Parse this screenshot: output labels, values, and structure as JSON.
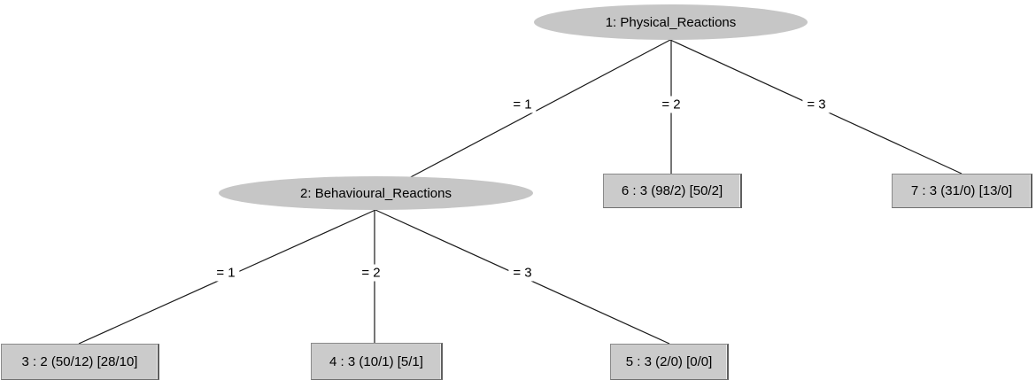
{
  "tree": {
    "nodes": [
      {
        "id": "1",
        "type": "ellipse",
        "label": "1: Physical_Reactions"
      },
      {
        "id": "2",
        "type": "ellipse",
        "label": "2: Behavioural_Reactions"
      },
      {
        "id": "3",
        "type": "leaf-box",
        "label": "3 : 2 (50/12) [28/10]"
      },
      {
        "id": "4",
        "type": "leaf-box",
        "label": "4 : 3 (10/1) [5/1]"
      },
      {
        "id": "5",
        "type": "leaf-box",
        "label": "5 : 3 (2/0) [0/0]"
      },
      {
        "id": "6",
        "type": "leaf-box",
        "label": "6 : 3 (98/2) [50/2]"
      },
      {
        "id": "7",
        "type": "leaf-box",
        "label": "7 : 3 (31/0) [13/0]"
      }
    ],
    "edges": [
      {
        "from": "1",
        "to": "2",
        "label": "= 1"
      },
      {
        "from": "1",
        "to": "6",
        "label": "= 2"
      },
      {
        "from": "1",
        "to": "7",
        "label": "= 3"
      },
      {
        "from": "2",
        "to": "3",
        "label": "= 1"
      },
      {
        "from": "2",
        "to": "4",
        "label": "= 2"
      },
      {
        "from": "2",
        "to": "5",
        "label": "= 3"
      }
    ]
  },
  "colors": {
    "ellipse_fill": "#c6c6c6",
    "box_fill": "#cbcbcb",
    "box_border": "#8a8a8a",
    "edge_line": "#1a1a1a",
    "background": "#ffffff",
    "text": "#000000"
  }
}
